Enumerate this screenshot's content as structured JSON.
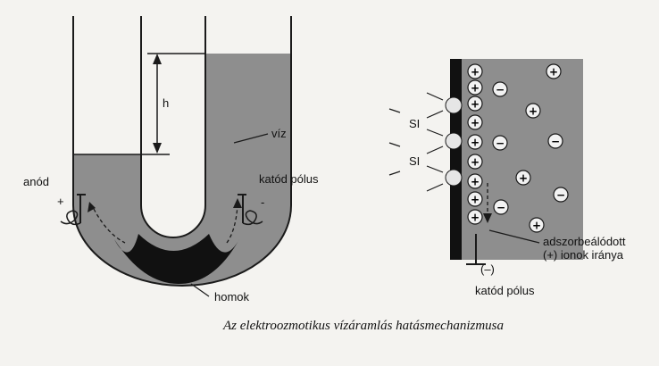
{
  "labels": {
    "h": "h",
    "viz": "víz",
    "anod": "anód",
    "plus": "+",
    "minus": "-",
    "katod_left": "katód pólus",
    "homok": "homok",
    "si_1": "SI",
    "si_2": "SI",
    "adsorbed_1": "adszorbeálódott",
    "adsorbed_2": "(+) ionok iránya",
    "cathode_minus": "(–)",
    "katod_right": "katód pólus"
  },
  "caption": "Az elektroozmotikus vízáramlás hatásmechanizmusa",
  "colors": {
    "water": "#8e8e8e",
    "sand": "#111111",
    "wall": "#1a1a1a",
    "background": "#f4f3f0"
  },
  "ions": {
    "positive_symbol": "+",
    "negative_symbol": "−"
  }
}
